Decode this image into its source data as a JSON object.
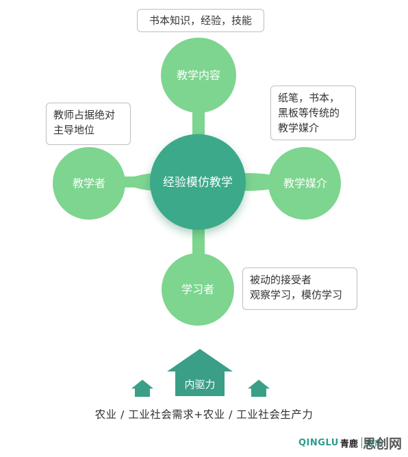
{
  "diagram": {
    "center": "经验模仿教学",
    "top": "教学内容",
    "left": "教学者",
    "right": "教学媒介",
    "bottom": "学习者"
  },
  "notes": {
    "top": "书本知识，经验，技能",
    "left_line1": "教师占据绝对",
    "left_line2": "主导地位",
    "right_line1": "纸笔，书本，",
    "right_line2": "黑板等传统的",
    "right_line3": "教学媒介",
    "bottom_line1": "被动的接受者",
    "bottom_line2": "观察学习，模仿学习"
  },
  "driver": "内驱力",
  "caption": "农业 / 工业社会需求+农业 / 工业社会生产力",
  "logo": {
    "latin": "QINGLU",
    "chinese": "青鹿",
    "tag": "教育"
  },
  "watermark": "思创网",
  "colors": {
    "light_green": "#7dd58f",
    "center_teal": "#3aa98a",
    "house": "#3b9e87"
  }
}
